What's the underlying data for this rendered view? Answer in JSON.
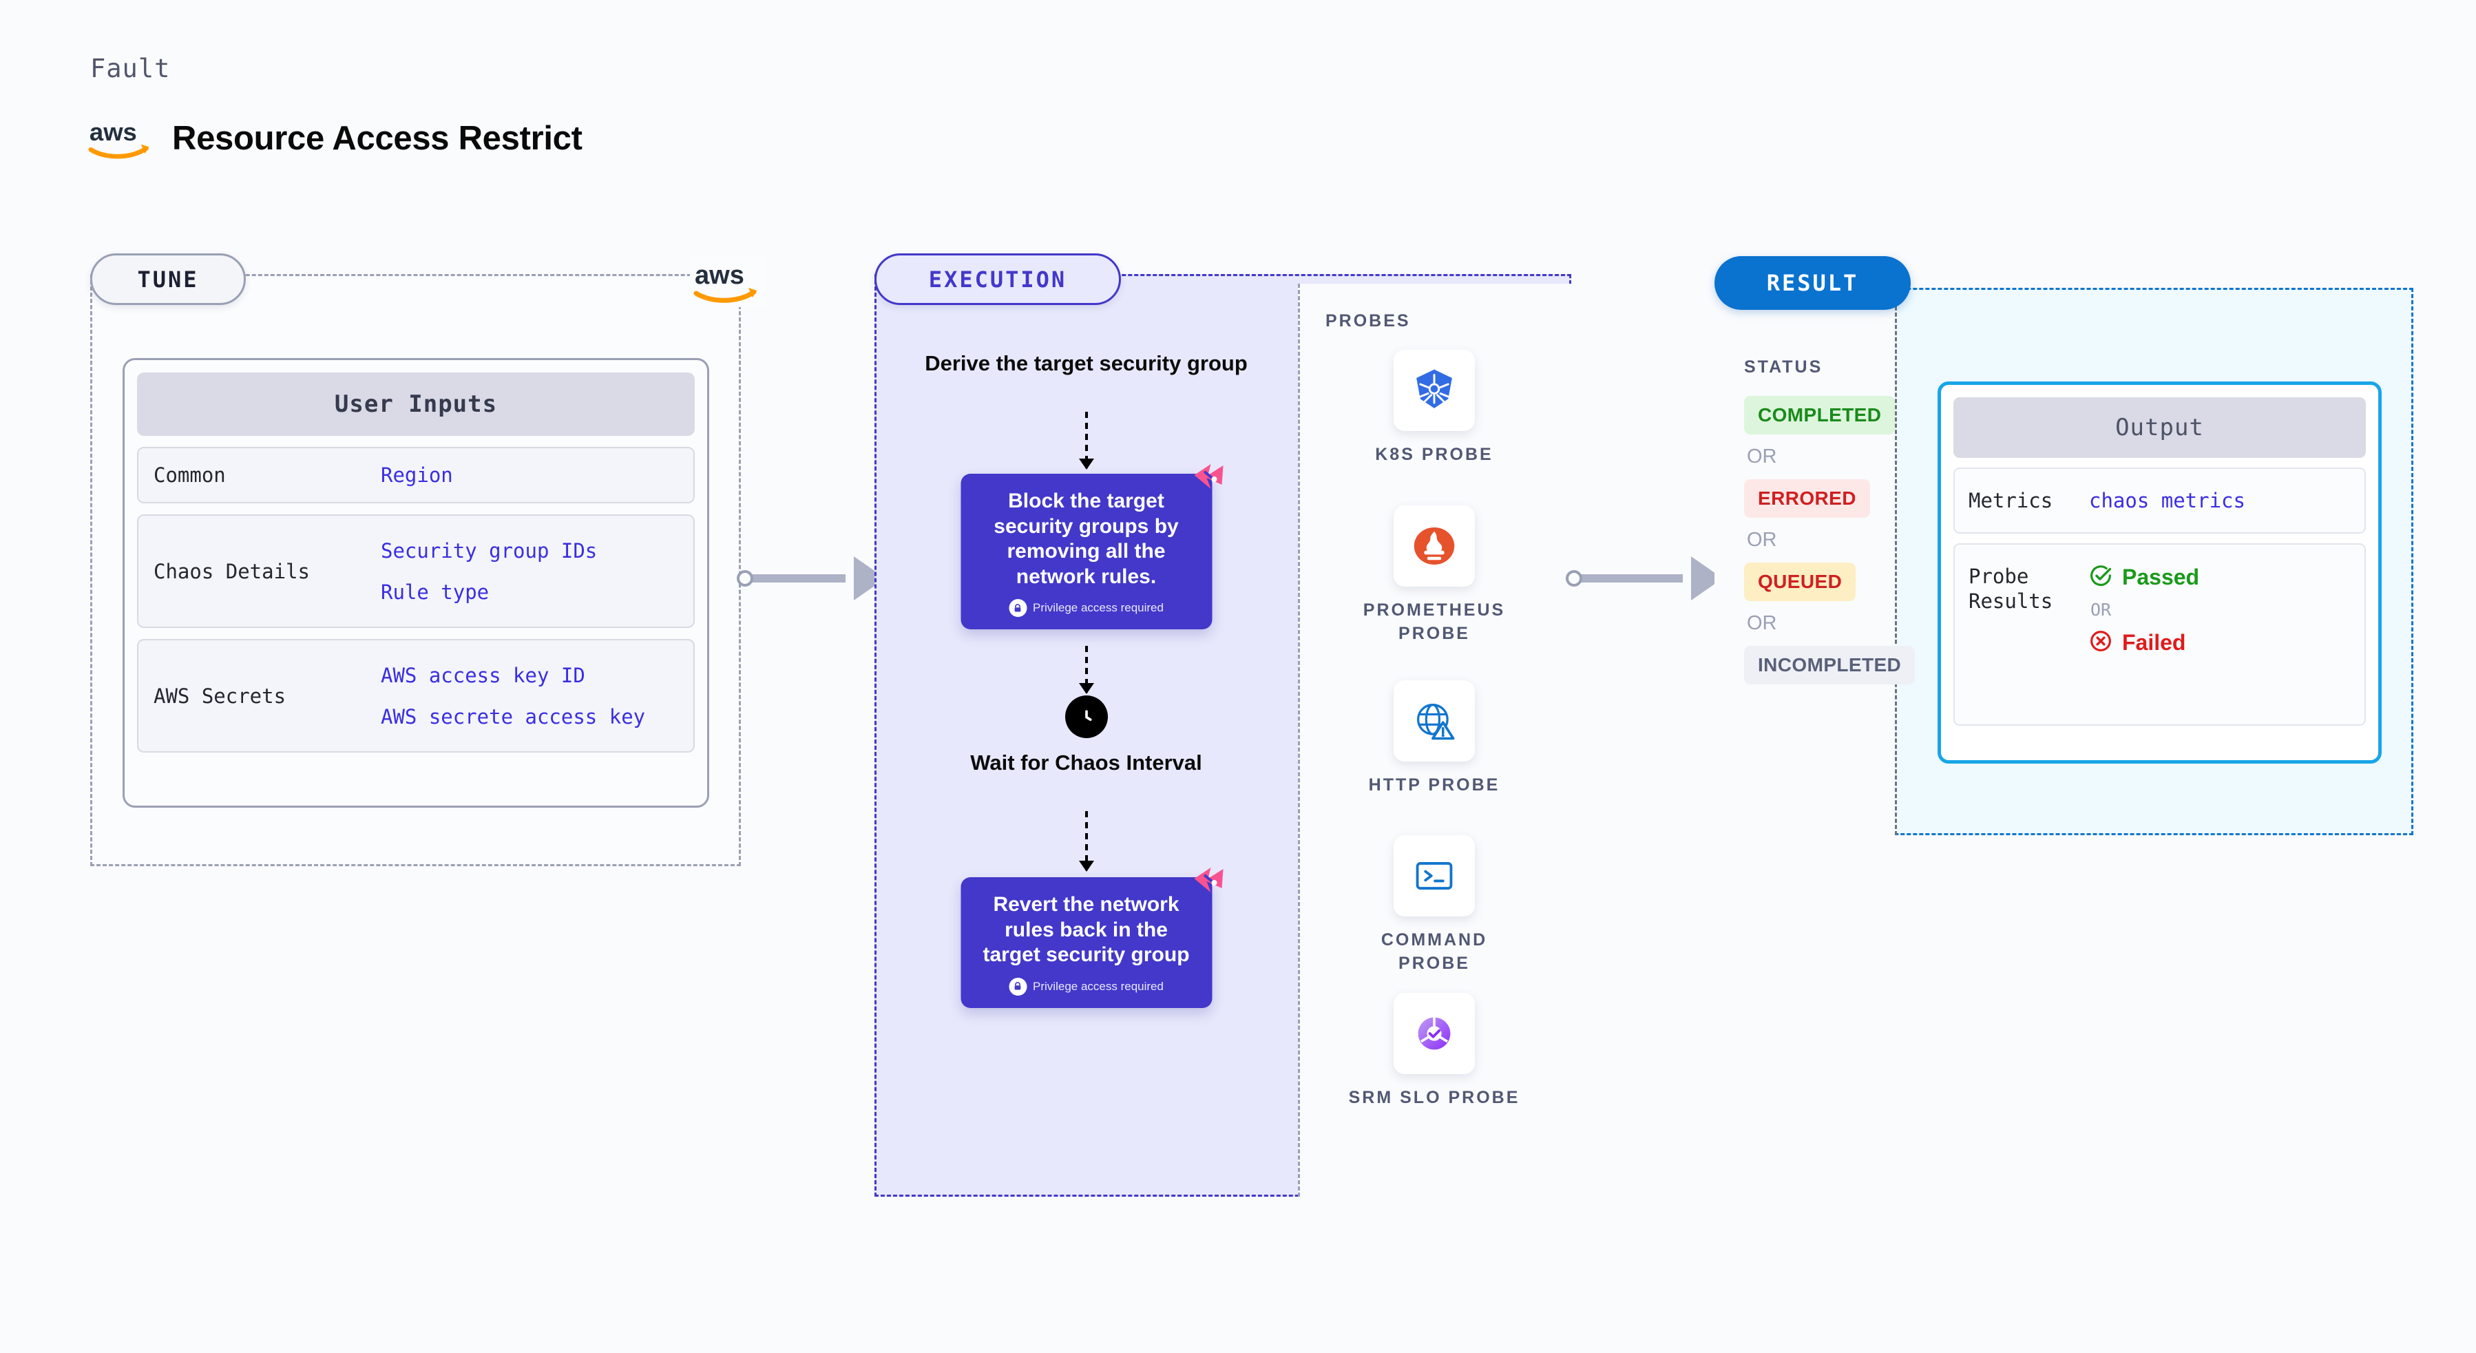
{
  "header": {
    "kicker": "Fault",
    "title": "Resource Access Restrict",
    "logo_icon": "aws-logo"
  },
  "tune": {
    "badge": "TUNE",
    "logo_icon": "aws-logo",
    "card_title": "User Inputs",
    "rows": [
      {
        "key": "Common",
        "values": [
          "Region"
        ]
      },
      {
        "key": "Chaos Details",
        "values": [
          "Security group IDs",
          "Rule type"
        ]
      },
      {
        "key": "AWS Secrets",
        "values": [
          "AWS access key ID",
          "AWS secrete access key"
        ]
      }
    ]
  },
  "execution": {
    "badge": "EXECUTION",
    "step_title": "Derive the target security group",
    "cards": [
      {
        "text": "Block the target security groups by removing all the network rules.",
        "privilege": "Privilege access required",
        "lock_icon": "lock-icon",
        "corner_icon": "harness-corner-icon"
      },
      {
        "text": "Revert the network rules back in the target security group",
        "privilege": "Privilege access required",
        "lock_icon": "lock-icon",
        "corner_icon": "harness-corner-icon"
      }
    ],
    "wait": {
      "icon": "clock-icon",
      "label": "Wait for Chaos Interval"
    }
  },
  "probes": {
    "label": "PROBES",
    "items": [
      {
        "label": "K8S PROBE",
        "icon": "kubernetes-icon"
      },
      {
        "label": "PROMETHEUS PROBE",
        "icon": "prometheus-icon"
      },
      {
        "label": "HTTP PROBE",
        "icon": "globe-warning-icon"
      },
      {
        "label": "COMMAND PROBE",
        "icon": "terminal-icon"
      },
      {
        "label": "SRM SLO PROBE",
        "icon": "srm-slo-icon"
      }
    ]
  },
  "result": {
    "badge": "RESULT",
    "status_label": "STATUS",
    "or_label": "OR",
    "statuses": [
      {
        "label": "COMPLETED",
        "bg": "#dcf5dc",
        "fg": "#1a8a1a"
      },
      {
        "label": "ERRORED",
        "bg": "#fde8e8",
        "fg": "#cf2020"
      },
      {
        "label": "QUEUED",
        "bg": "#fdeec4",
        "fg": "#cf2020"
      },
      {
        "label": "INCOMPLETED",
        "bg": "#eef0f6",
        "fg": "#5a6078"
      }
    ],
    "output": {
      "title": "Output",
      "metrics_key": "Metrics",
      "metrics_value": "chaos metrics",
      "probe_key": "Probe Results",
      "passed": "Passed",
      "failed": "Failed",
      "or_label": "OR",
      "passed_icon": "check-circle-icon",
      "failed_icon": "x-circle-icon"
    }
  },
  "colors": {
    "accent_purple": "#4338ca",
    "accent_blue": "#0a72cf",
    "accent_cyan": "#18a5e8",
    "pink": "#f9538f",
    "aws_orange": "#ff9900"
  }
}
